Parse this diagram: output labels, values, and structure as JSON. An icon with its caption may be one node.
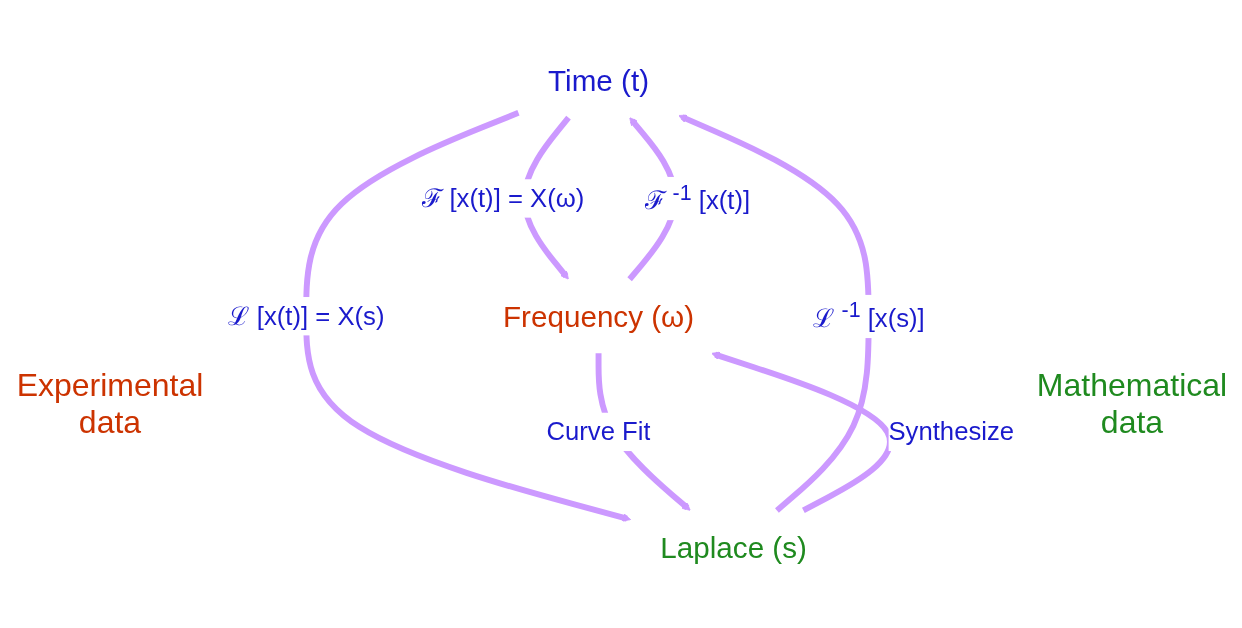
{
  "diagram": {
    "nodes": [
      {
        "text": [
          "Time (t)"
        ]
      },
      {
        "text": [
          "Frequency (ω)"
        ]
      },
      {
        "text": [
          "Laplace (s)"
        ]
      }
    ],
    "edges": [
      {
        "from": 0,
        "to": 1,
        "arrow": "to",
        "label": "ℱ [x(t)] = X(ω)"
      },
      {
        "from": 1,
        "to": 0,
        "arrow": "to",
        "label": "ℱ $^{-1}$ [x(t)]"
      },
      {
        "from": 0,
        "to": 2,
        "arrow": "to",
        "label": "ℒ [x(t)] = X(s)"
      },
      {
        "from": 2,
        "to": 0,
        "arrow": "to",
        "label": "ℒ $^{-1}$ [x(s)]"
      },
      {
        "from": 2,
        "to": 1,
        "arrow": "to",
        "label": "Synthesize"
      },
      {
        "from": 1,
        "to": 2,
        "arrow": "to",
        "label": "Curve Fit"
      }
    ],
    "labels": [
      "Experimental data",
      "Mathematical data"
    ]
  }
}
